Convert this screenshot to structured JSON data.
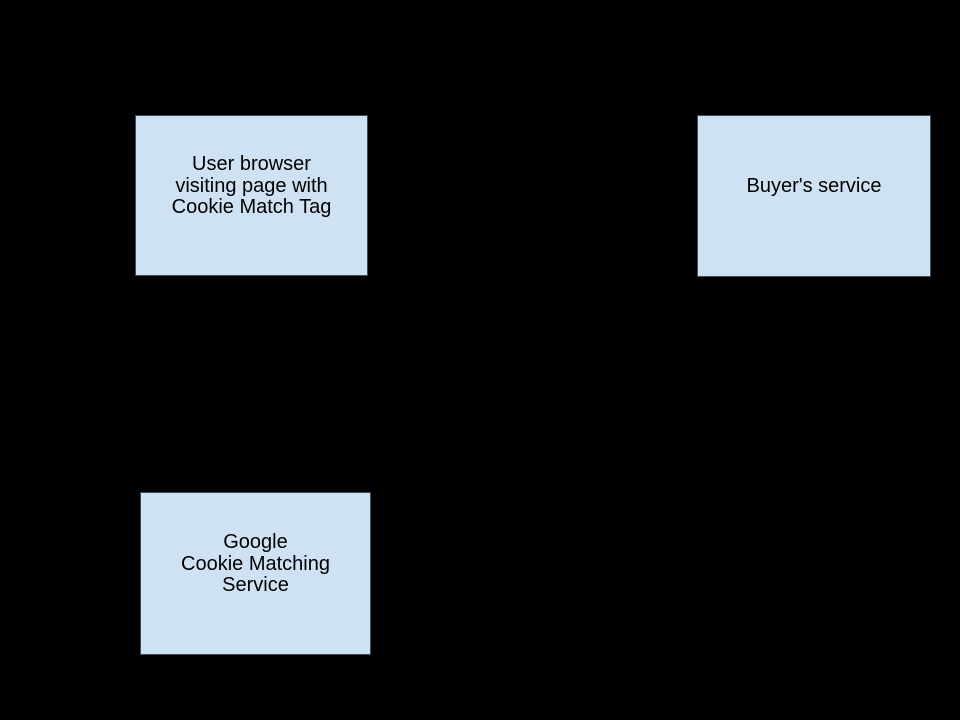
{
  "theme": {
    "background": "#000000",
    "node_fill": "#cfe2f3",
    "node_border": "#3c4c58",
    "node_text": "#000000"
  },
  "diagram": {
    "nodes": [
      {
        "id": "user-browser",
        "label": "User browser\nvisiting page with\nCookie Match Tag"
      },
      {
        "id": "buyers-service",
        "label": "Buyer's service"
      },
      {
        "id": "google-cookie-matching-service",
        "label": "Google\nCookie Matching\nService"
      }
    ]
  }
}
